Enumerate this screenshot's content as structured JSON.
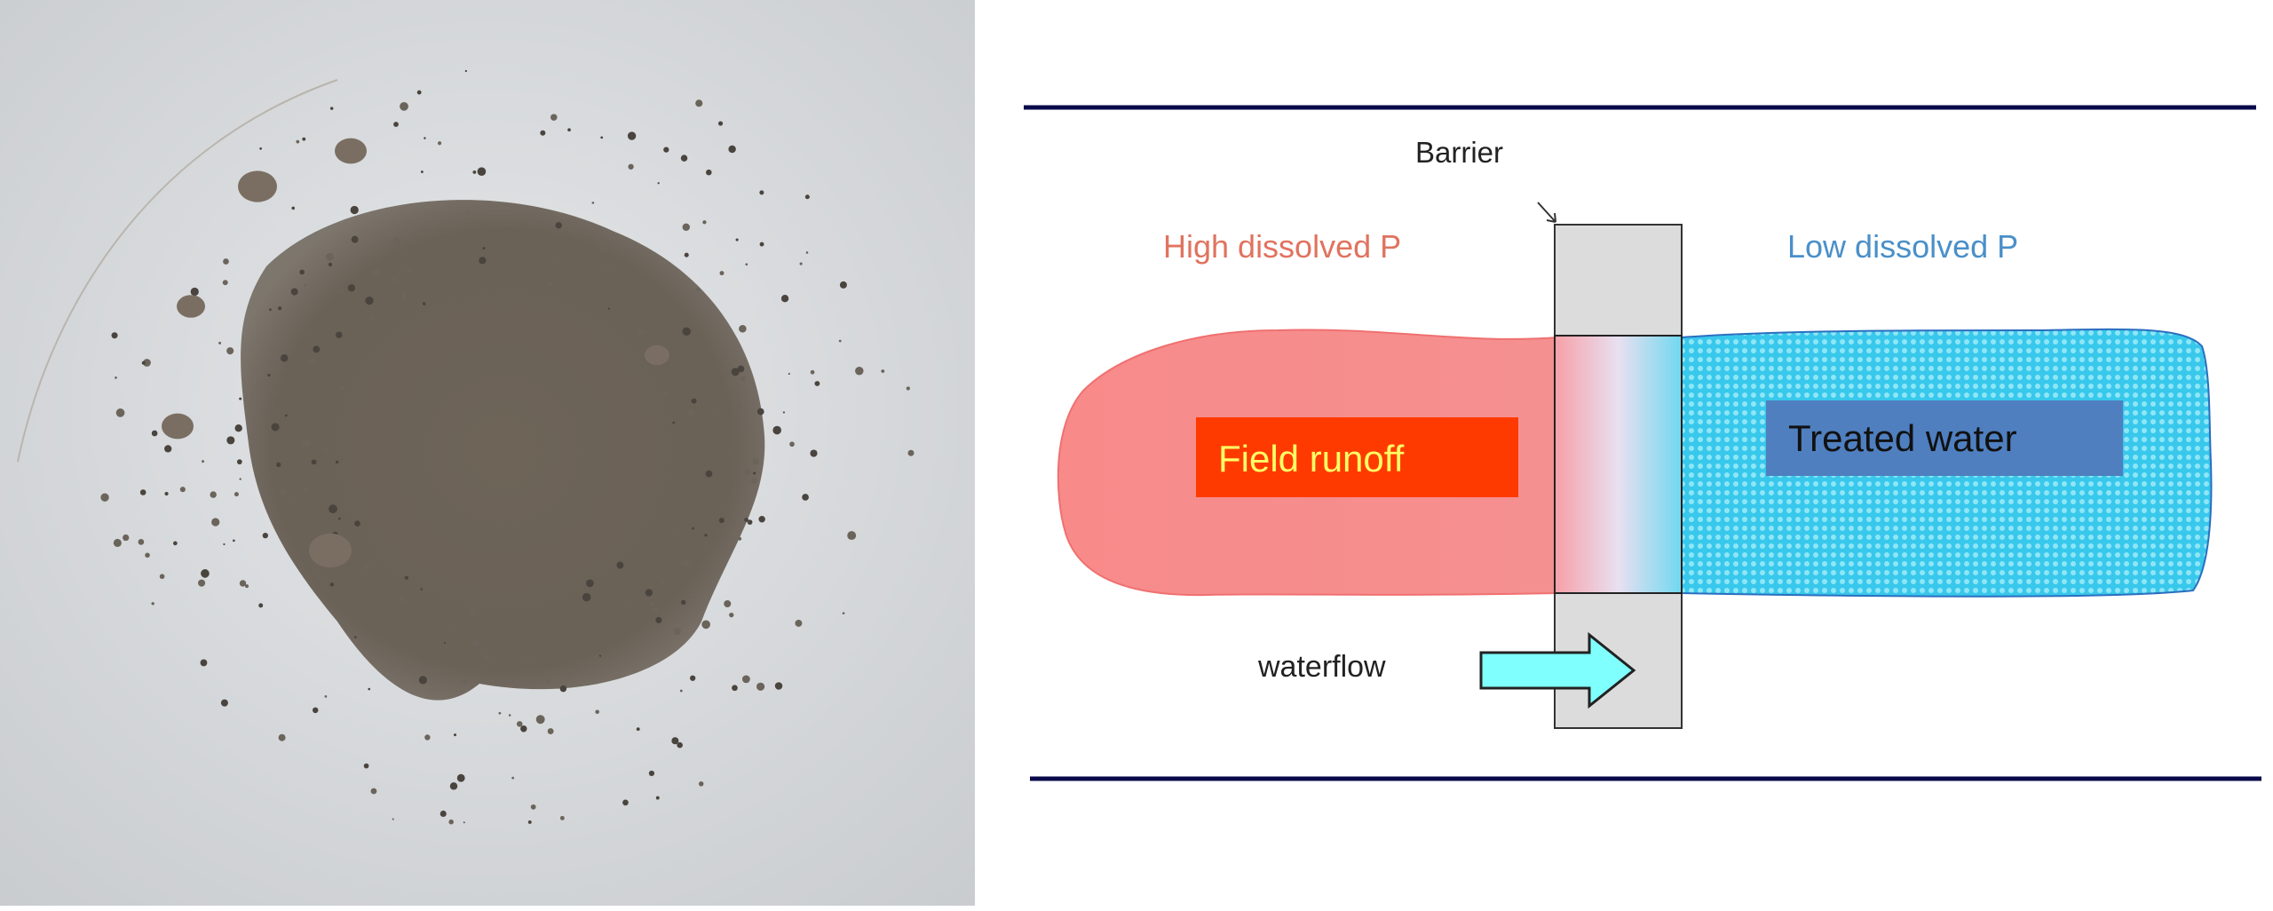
{
  "photo": {
    "subject": "soil-sample"
  },
  "diagram": {
    "barrier_label": "Barrier",
    "high_label": "High dissolved P",
    "low_label": "Low dissolved P",
    "runoff_label": "Field runoff",
    "treated_label": "Treated water",
    "flow_label": "waterflow"
  },
  "colors": {
    "rule": "#0a0a4a",
    "high_text": "#e0735f",
    "low_text": "#4a8fc9",
    "runoff_fill": "#f98585",
    "runoff_box": "#ff3a00",
    "runoff_text": "#ffff66",
    "treated_fill": "#3fd0ee",
    "treated_box": "#4f7fbf",
    "barrier": "#dcdcdc",
    "arrow": "#80ffff"
  }
}
